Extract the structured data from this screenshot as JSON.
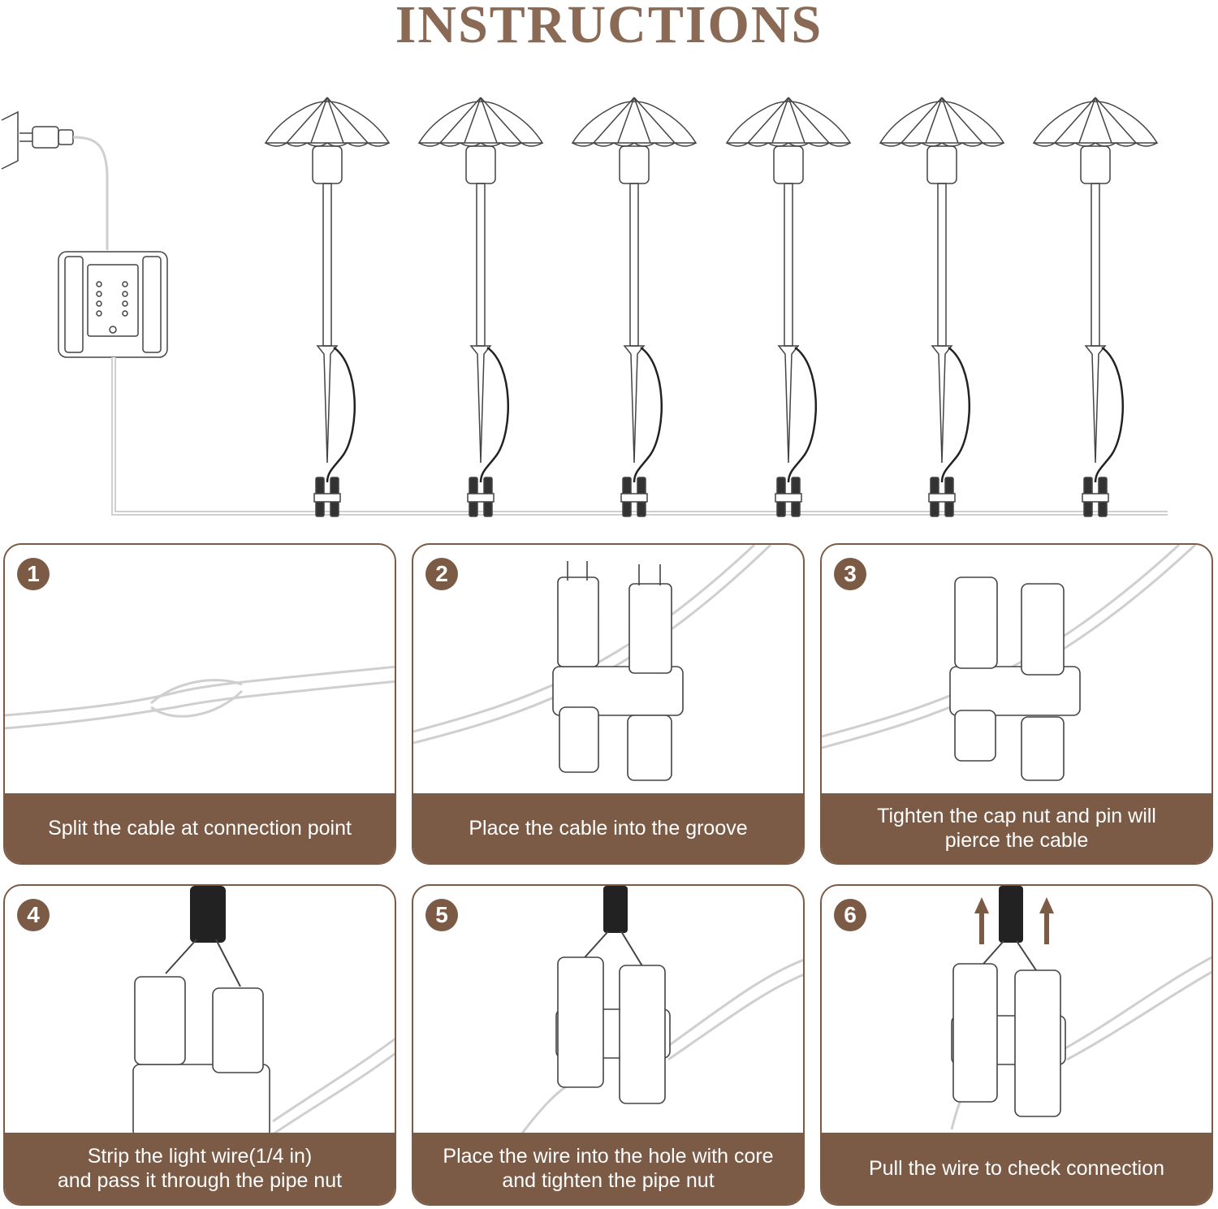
{
  "title": "INSTRUCTIONS",
  "steps": [
    {
      "number": "1",
      "caption": "Split the cable at connection point"
    },
    {
      "number": "2",
      "caption": "Place the cable into the groove"
    },
    {
      "number": "3",
      "caption": "Tighten the cap nut and pin will\npierce the cable"
    },
    {
      "number": "4",
      "caption": "Strip the light wire(1/4 in)\nand pass it through the pipe nut"
    },
    {
      "number": "5",
      "caption": "Place the wire into the hole with core\nand tighten the pipe nut"
    },
    {
      "number": "6",
      "caption": "Pull the wire to check connection"
    }
  ],
  "colors": {
    "accent": "#7b5a46",
    "title": "#8a6a55"
  }
}
